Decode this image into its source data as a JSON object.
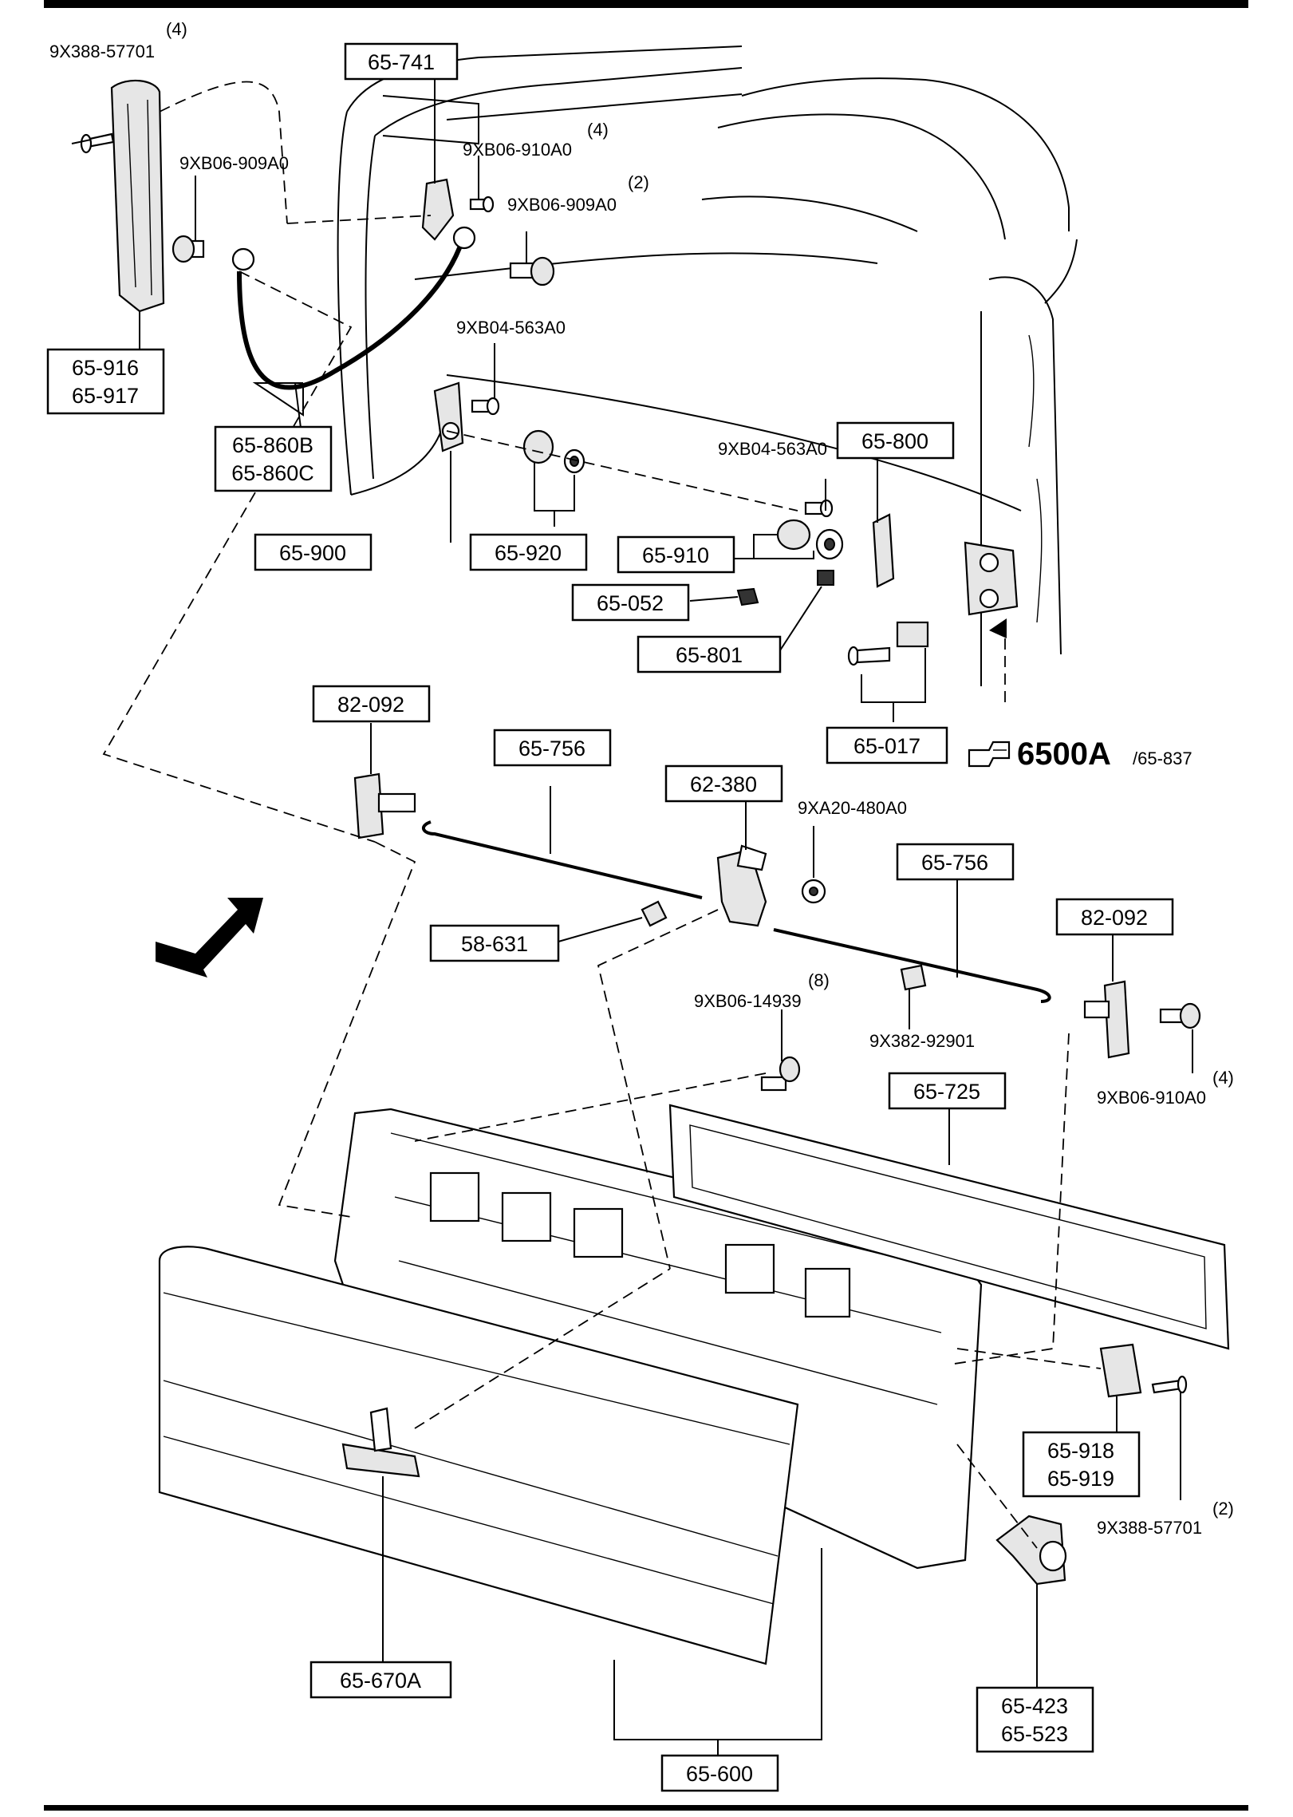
{
  "labels": {
    "p_65_741": "65-741",
    "p_65_916_917": [
      "65-916",
      "65-917"
    ],
    "p_65_860": [
      "65-860B",
      "65-860C"
    ],
    "p_65_900": "65-900",
    "p_65_920": "65-920",
    "p_65_910": "65-910",
    "p_65_800": "65-800",
    "p_65_052": "65-052",
    "p_65_801": "65-801",
    "p_65_017": "65-017",
    "p_82_092_l": "82-092",
    "p_65_756_l": "65-756",
    "p_62_380": "62-380",
    "p_65_756_r": "65-756",
    "p_82_092_r": "82-092",
    "p_58_631": "58-631",
    "p_65_725": "65-725",
    "p_65_918_919": [
      "65-918",
      "65-919"
    ],
    "p_65_423_523": [
      "65-423",
      "65-523"
    ],
    "p_65_670A": "65-670A",
    "p_65_600": "65-600"
  },
  "callouts": {
    "c1_qty": "(4)",
    "c1": "9X388-57701",
    "c2": "9XB06-909A0",
    "c3_qty": "(4)",
    "c3": "9XB06-910A0",
    "c4_qty": "(2)",
    "c4": "9XB06-909A0",
    "c5": "9XB04-563A0",
    "c6": "9XB04-563A0",
    "c7": "9XA20-480A0",
    "c8_qty": "(8)",
    "c8": "9XB06-14939",
    "c9": "9X382-92901",
    "c10_qty": "(4)",
    "c10": "9XB06-910A0",
    "c11_qty": "(2)",
    "c11": "9X388-57701"
  },
  "reference": {
    "icon": "pointing-hand-icon",
    "code": "6500A",
    "suffix": "/65-837"
  },
  "fwd_label": "FWD"
}
